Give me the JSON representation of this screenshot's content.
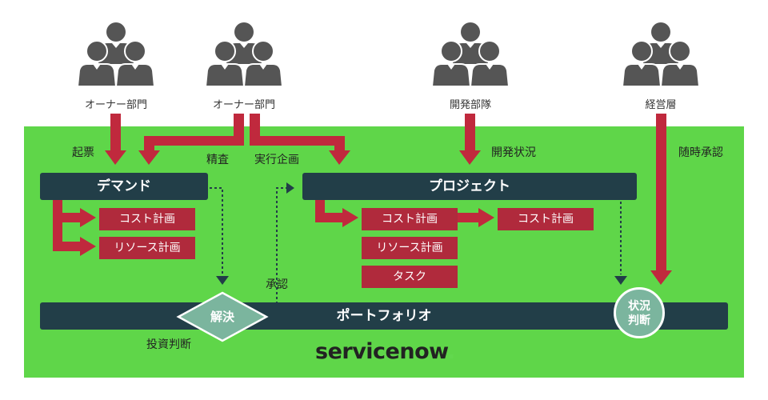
{
  "people": [
    {
      "label": "オーナー部門",
      "icon": "group-of-three-people-icon"
    },
    {
      "label": "オーナー部門",
      "icon": "group-of-three-people-icon"
    },
    {
      "label": "開発部隊",
      "icon": "group-of-three-people-icon"
    },
    {
      "label": "経営層",
      "icon": "group-of-three-people-icon"
    }
  ],
  "flow_labels": {
    "kihyo": "起票",
    "seisa": "精査",
    "jikko_kikaku": "実行企画",
    "kaihatsu_jokyo": "開発状況",
    "zuiji_shonin": "随時承認",
    "shonin": "承認",
    "toushi_handan": "投資判断"
  },
  "demand": {
    "title": "デマンド",
    "items": [
      "コスト計画",
      "リソース計画"
    ]
  },
  "project": {
    "title": "プロジェクト",
    "items": [
      "コスト計画",
      "リソース計画",
      "タスク"
    ],
    "cost_followup": "コスト計画"
  },
  "portfolio": {
    "title": "ポートフォリオ",
    "decision": "解決",
    "status_line1": "状況",
    "status_line2": "判断"
  },
  "brand": {
    "name": "servicenow",
    "dot": "."
  },
  "colors": {
    "green_background": "#5fd649",
    "dark_bar": "#223e48",
    "red_box": "#b02a3c",
    "arrow_red": "#c0293d",
    "diamond_fill": "#7bb59e",
    "circle_fill": "#7bb59e",
    "icon_gray": "#555555"
  }
}
